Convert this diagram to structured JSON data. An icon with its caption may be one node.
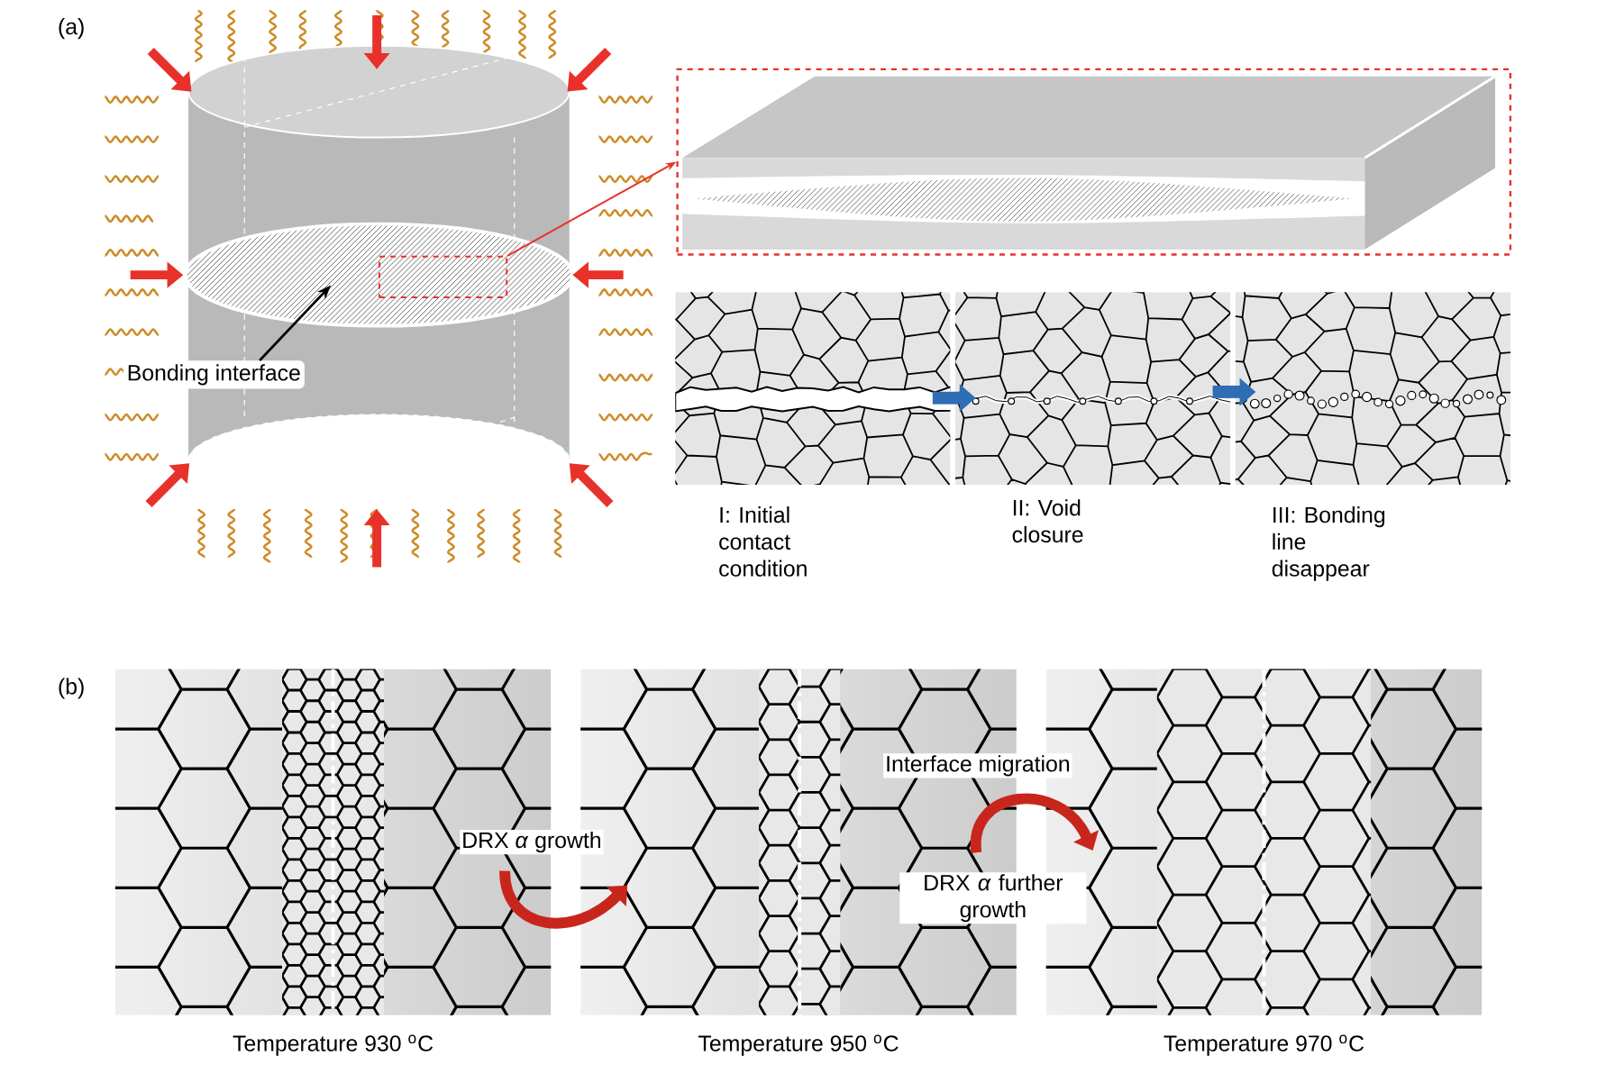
{
  "diagram": {
    "nodes": [
      {
        "text": [
          "Bonding interface"
        ]
      },
      {
        "text": [],
        "shape": "ellipse"
      },
      {
        "text": [],
        "shape": "box",
        "in": 1
      },
      {
        "text": [],
        "shape": "box"
      },
      {
        "text": [
          "I: Initial contact condition"
        ]
      },
      {
        "text": [
          "II: Void closure"
        ]
      },
      {
        "text": [
          "III: Bonding line disappear"
        ]
      },
      {
        "text": [
          "Temperature 930 $^{o}$C"
        ]
      },
      {
        "text": [
          "Temperature 950 $^{o}$C"
        ]
      },
      {
        "text": [
          "Temperature 970 $^{o}$C"
        ]
      }
    ],
    "edges": [
      {
        "from": 0,
        "to": 1,
        "arrow": "to",
        "color": "#000000"
      },
      {
        "from": 2,
        "to": 3,
        "arrow": "to",
        "color": "#e8312a"
      },
      {
        "from": 4,
        "to": 5,
        "arrow": "to",
        "color": "#2f6db5"
      },
      {
        "from": 5,
        "to": 6,
        "arrow": "to",
        "color": "#2f6db5"
      },
      {
        "from": 7,
        "to": 8,
        "arrow": "to",
        "color": "#c8261c",
        "label": "DRX *α* growth"
      },
      {
        "from": 8,
        "to": 9,
        "arrow": "to",
        "color": "#c8261c",
        "label": "DRX *α* further growth"
      }
    ],
    "labels": [
      "(a)",
      "(b)",
      "Interface migration"
    ]
  }
}
